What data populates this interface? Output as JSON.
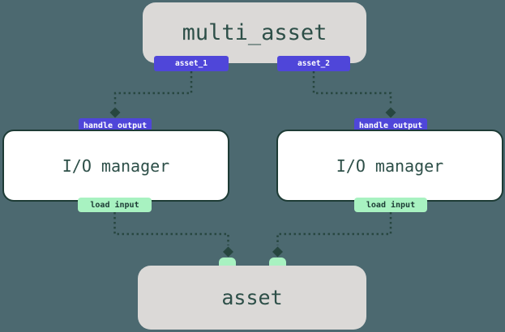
{
  "colors": {
    "background": "#4c6970",
    "node_gray": "#dbd9d7",
    "node_white": "#ffffff",
    "text_dark_green": "#2d4f48",
    "border_dark_green": "#1d3b35",
    "badge_purple": "#4f46d9",
    "badge_mint": "#a8f2c1",
    "edge_dark_green": "#27463f"
  },
  "top_node": {
    "label": "multi_asset",
    "outputs": [
      {
        "label": "asset_1"
      },
      {
        "label": "asset_2"
      }
    ]
  },
  "io_managers": [
    {
      "label": "I/O manager",
      "top_badge": "handle output",
      "bottom_badge": "load input"
    },
    {
      "label": "I/O manager",
      "top_badge": "handle output",
      "bottom_badge": "load input"
    }
  ],
  "bottom_node": {
    "label": "asset",
    "input_ports": 2
  },
  "edges": [
    {
      "from": "multi_asset output asset_1",
      "to": "left I/O manager handle output",
      "style": "dotted, diamond arrowhead"
    },
    {
      "from": "multi_asset output asset_2",
      "to": "right I/O manager handle output",
      "style": "dotted, diamond arrowhead"
    },
    {
      "from": "left I/O manager load input",
      "to": "asset input port 1",
      "style": "dotted, diamond arrowhead"
    },
    {
      "from": "right I/O manager load input",
      "to": "asset input port 2",
      "style": "dotted, diamond arrowhead"
    }
  ]
}
